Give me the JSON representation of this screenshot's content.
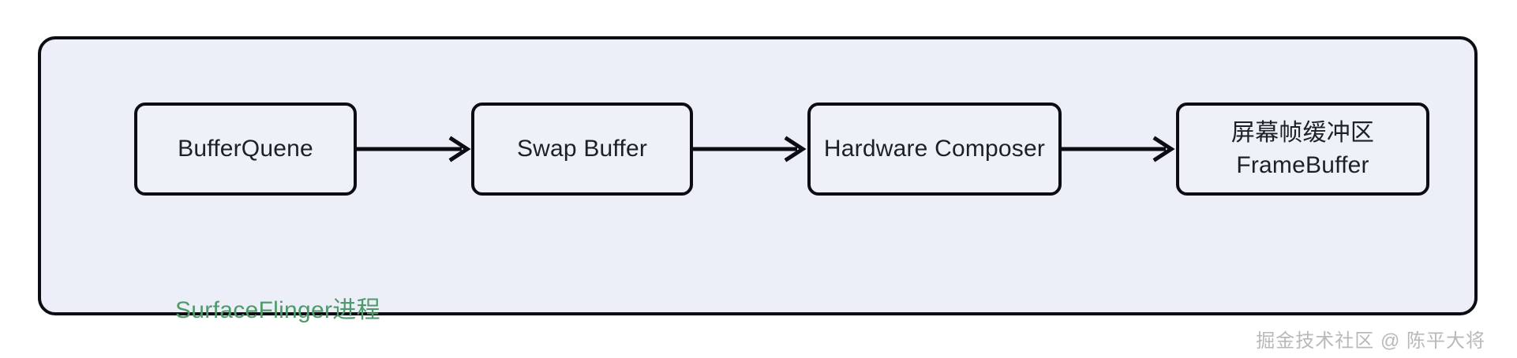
{
  "diagram": {
    "title": "SurfaceFlinger display pipeline",
    "container": {
      "label": "SurfaceFlinger进程",
      "label_color": "#4f9a6a",
      "fill_color": "#eceff8",
      "border_color": "#0b0d12"
    },
    "nodes": [
      {
        "id": "bufferquene",
        "lines": [
          "BufferQuene"
        ],
        "fill_color": "#eff1f9",
        "border_color": "#0b0d12"
      },
      {
        "id": "swapbuffer",
        "lines": [
          "Swap Buffer"
        ],
        "fill_color": "#eff1f9",
        "border_color": "#0b0d12"
      },
      {
        "id": "hardwarecomposer",
        "lines": [
          "Hardware Composer"
        ],
        "fill_color": "#eff1f9",
        "border_color": "#0b0d12"
      },
      {
        "id": "framebuffer",
        "lines": [
          "屏幕帧缓冲区",
          "FrameBuffer"
        ],
        "fill_color": "#eff1f9",
        "border_color": "#0b0d12"
      }
    ],
    "edges": [
      {
        "id": "edge-1",
        "from": "bufferquene",
        "to": "swapbuffer",
        "label": "",
        "style": "solid-arrow"
      },
      {
        "id": "edge-2",
        "from": "swapbuffer",
        "to": "hardwarecomposer",
        "label": "",
        "style": "solid-arrow"
      },
      {
        "id": "edge-3",
        "from": "hardwarecomposer",
        "to": "framebuffer",
        "label": "",
        "style": "solid-arrow"
      }
    ]
  },
  "watermark": {
    "text": "掘金技术社区 @ 陈平大将",
    "color": "#b9b9b9"
  },
  "page": {
    "background_color": "#ffffff"
  }
}
